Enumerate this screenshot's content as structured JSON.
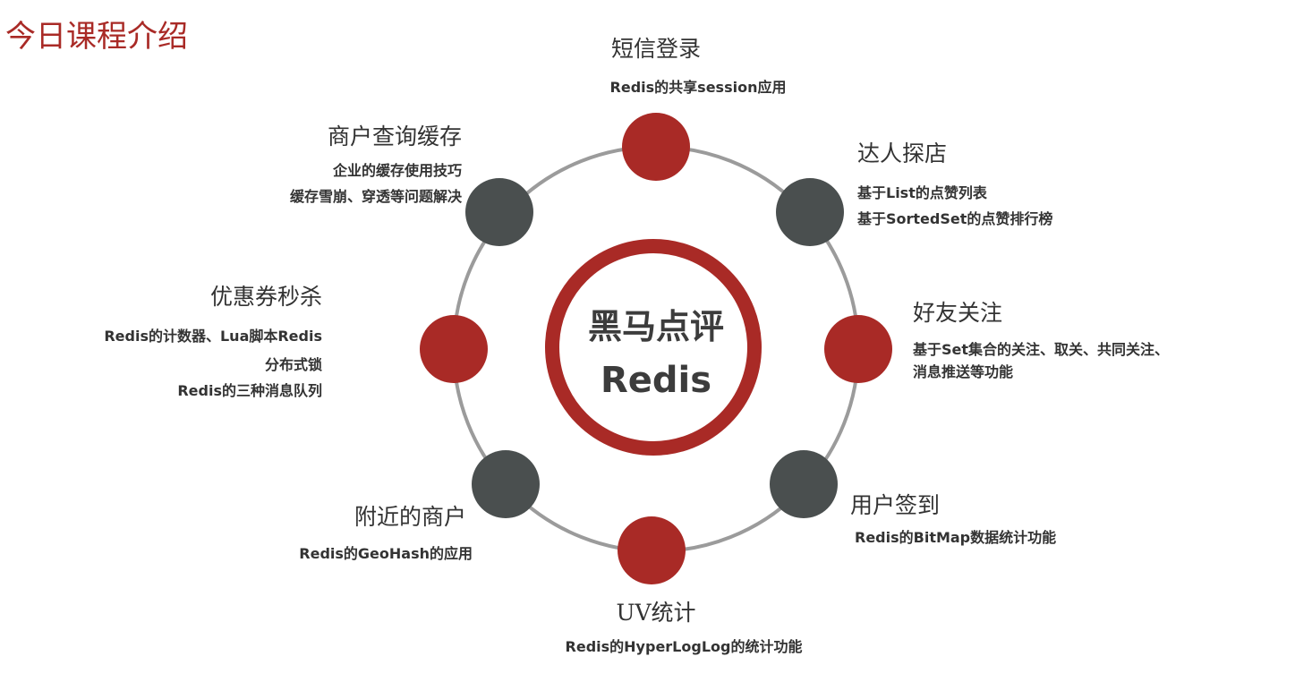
{
  "page_title": "今日课程介绍",
  "center": {
    "line1": "黑马点评",
    "line2": "Redis"
  },
  "colors": {
    "red": "#a92a26",
    "gray": "#4a4f4f",
    "ring": "#9b9b9b"
  },
  "topics": [
    {
      "title": "短信登录",
      "lines": [
        "Redis的共享session应用"
      ]
    },
    {
      "title": "达人探店",
      "lines": [
        "基于List的点赞列表",
        "基于SortedSet的点赞排行榜"
      ]
    },
    {
      "title": "好友关注",
      "lines": [
        "基于Set集合的关注、取关、共同关注、",
        "消息推送等功能"
      ]
    },
    {
      "title": "用户签到",
      "lines": [
        "Redis的BitMap数据统计功能"
      ]
    },
    {
      "title": "UV统计",
      "lines": [
        "Redis的HyperLogLog的统计功能"
      ]
    },
    {
      "title": "附近的商户",
      "lines": [
        "Redis的GeoHash的应用"
      ]
    },
    {
      "title": "优惠券秒杀",
      "lines": [
        "Redis的计数器、Lua脚本Redis",
        "分布式锁",
        "Redis的三种消息队列"
      ]
    },
    {
      "title": "商户查询缓存",
      "lines": [
        "企业的缓存使用技巧",
        "缓存雪崩、穿透等问题解决"
      ]
    }
  ]
}
